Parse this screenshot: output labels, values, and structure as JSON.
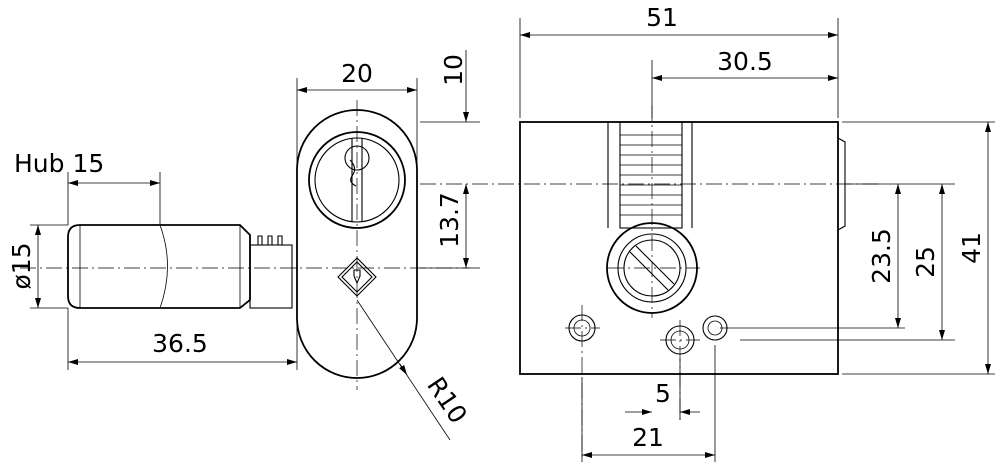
{
  "labels": {
    "dim_51": "51",
    "dim_30_5": "30.5",
    "dim_20": "20",
    "dim_10": "10",
    "dim_13_7": "13.7",
    "hub": "Hub 15",
    "dia_15": "ø15",
    "dim_36_5": "36.5",
    "radius": "R10",
    "dim_23_5": "23.5",
    "dim_25": "25",
    "dim_41": "41",
    "dim_5": "5",
    "dim_21": "21"
  }
}
